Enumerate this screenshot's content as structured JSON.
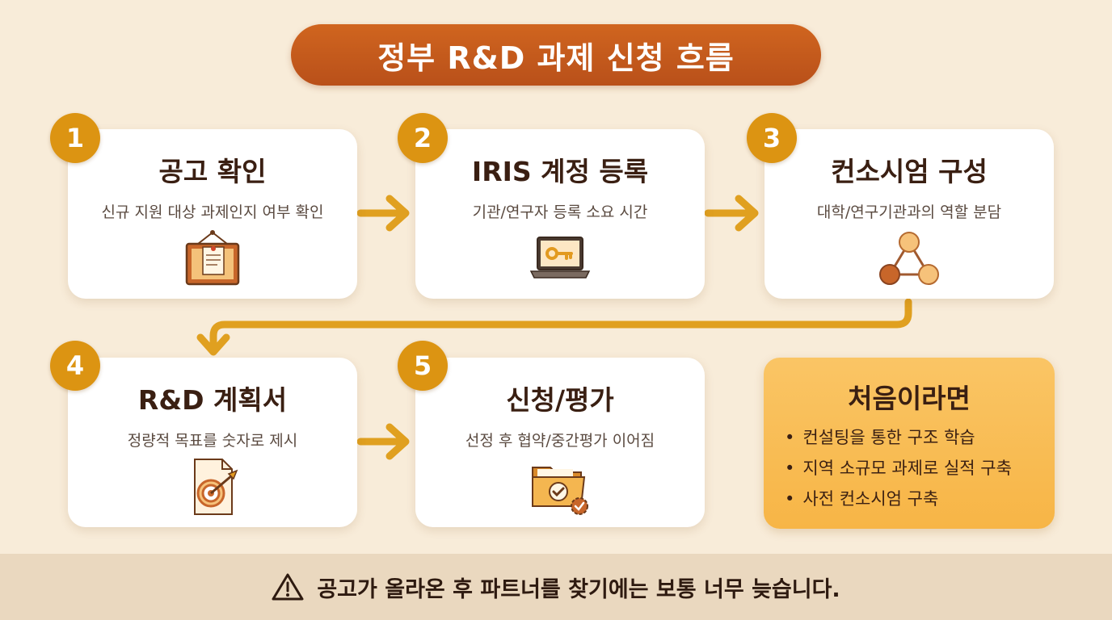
{
  "title": "정부 R&D 과제 신청 흐름",
  "steps": [
    {
      "number": "1",
      "heading": "공고 확인",
      "description": "신규 지원 대상 과제인지 여부 확인",
      "icon": "bulletin-board-icon"
    },
    {
      "number": "2",
      "heading": "IRIS 계정 등록",
      "description": "기관/연구자 등록 소요 시간",
      "icon": "laptop-key-icon"
    },
    {
      "number": "3",
      "heading": "컨소시엄 구성",
      "description": "대학/연구기관과의 역할 분담",
      "icon": "network-triangle-icon"
    },
    {
      "number": "4",
      "heading": "R&D 계획서",
      "description": "정량적 목표를 숫자로 제시",
      "icon": "target-document-icon"
    },
    {
      "number": "5",
      "heading": "신청/평가",
      "description": "선정 후 협약/중간평가 이어짐",
      "icon": "approved-folder-icon"
    }
  ],
  "tips": {
    "heading": "처음이라면",
    "items": [
      "컨설팅을 통한 구조 학습",
      "지역 소규모 과제로 실적 구축",
      "사전 컨소시엄 구축"
    ]
  },
  "footer": {
    "warning": "공고가 올라온 후 파트너를 찾기에는 보통 너무 늦습니다.",
    "icon": "warning-icon"
  },
  "colors": {
    "background": "#f8ecd9",
    "title_pill": "#c4581c",
    "badge": "#dc9412",
    "arrow": "#e0a020",
    "tips_box": "#f9bf58",
    "footer_band": "#ead8bf"
  }
}
